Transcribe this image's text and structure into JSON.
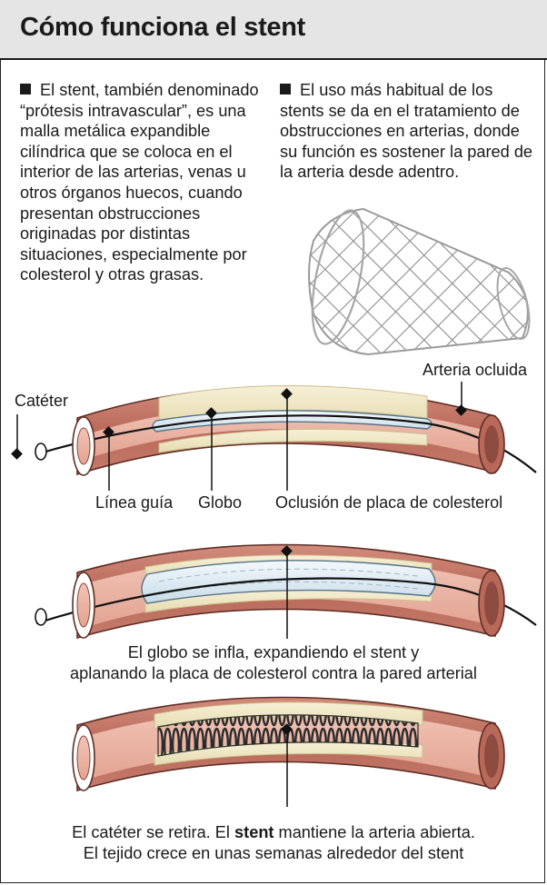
{
  "title": "Cómo funciona el stent",
  "intro": {
    "left": "El stent, también denominado “prótesis intravascular”, es una malla metálica expandible cilíndrica que se coloca en el interior de las arterias, venas u otros órganos huecos, cuando presentan obstrucciones originadas por distintas situaciones, especialmente por colesterol y otras grasas.",
    "right": "El uso más habitual de los stents se da en el tratamiento de obstrucciones en arterias, donde su función es sostener la pared de  la arteria desde adentro."
  },
  "labels": {
    "cateter": "Catéter",
    "arteria_ocluida": "Arteria ocluida",
    "linea_guia": "Línea guía",
    "globo": "Globo",
    "oclusion": "Oclusión de placa de colesterol"
  },
  "captions": {
    "step2_line1": "El globo se infla, expandiendo el stent y",
    "step2_line2": "aplanando la placa de colesterol contra la pared arterial",
    "step3_line1_a": "El catéter se retira. El ",
    "step3_line1_bold": "stent",
    "step3_line1_b": " mantiene la arteria abierta.",
    "step3_line2": "El tejido crece en unas semanas alrededor del stent"
  },
  "colors": {
    "artery_wall": "#c97b6c",
    "artery_inner": "#e9b3a4",
    "plaque": "#efe7c4",
    "balloon": "#dbe8f0",
    "coil": "#3a3a3a",
    "header_bg": "#e5e5e5"
  }
}
